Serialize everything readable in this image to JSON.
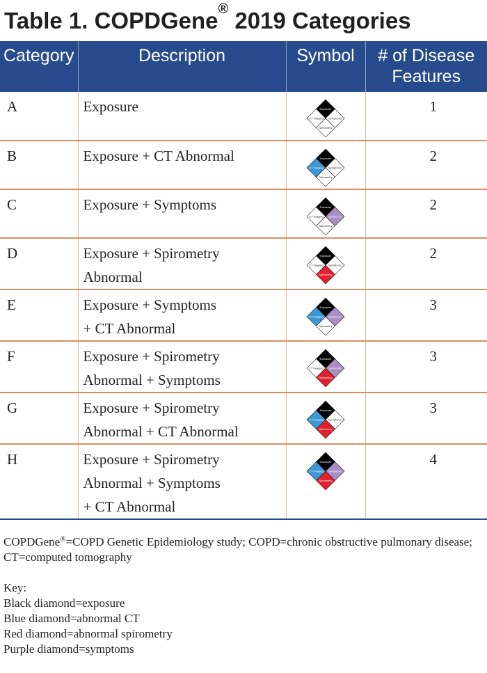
{
  "title": {
    "prefix": "Table 1. COPDGene",
    "reg": "®",
    "suffix": " 2019 Categories"
  },
  "headers": {
    "category": "Category",
    "description": "Description",
    "symbol": "Symbol",
    "features_line1": "# of Disease",
    "features_line2": "Features"
  },
  "diamond_labels": {
    "top": "Exposure",
    "left": "CT Imaging",
    "right": "Symptoms",
    "bottom": "Spirometry"
  },
  "colors": {
    "header_bg": "#274b8d",
    "row_divider": "#e38b5c",
    "exposure": "#000000",
    "ct": "#3d97d3",
    "symptoms": "#a98fc6",
    "spirometry": "#e4202e",
    "empty": "#ffffff"
  },
  "rows": [
    {
      "category": "A",
      "description_lines": [
        "Exposure"
      ],
      "features": "1",
      "ct": false,
      "symptoms": false,
      "spirometry": false
    },
    {
      "category": "B",
      "description_lines": [
        "Exposure + CT Abnormal"
      ],
      "features": "2",
      "ct": true,
      "symptoms": false,
      "spirometry": false
    },
    {
      "category": "C",
      "description_lines": [
        "Exposure + Symptoms"
      ],
      "features": "2",
      "ct": false,
      "symptoms": true,
      "spirometry": false
    },
    {
      "category": "D",
      "description_lines": [
        "Exposure + Spirometry",
        "Abnormal"
      ],
      "features": "2",
      "ct": false,
      "symptoms": false,
      "spirometry": true
    },
    {
      "category": "E",
      "description_lines": [
        "Exposure + Symptoms",
        "+ CT Abnormal"
      ],
      "features": "3",
      "ct": true,
      "symptoms": true,
      "spirometry": false
    },
    {
      "category": "F",
      "description_lines": [
        "Exposure + Spirometry",
        "Abnormal + Symptoms"
      ],
      "features": "3",
      "ct": false,
      "symptoms": true,
      "spirometry": true
    },
    {
      "category": "G",
      "description_lines": [
        "Exposure + Spirometry",
        "Abnormal + CT Abnormal"
      ],
      "features": "3",
      "ct": true,
      "symptoms": false,
      "spirometry": true
    },
    {
      "category": "H",
      "description_lines": [
        "Exposure + Spirometry",
        "Abnormal + Symptoms",
        "+ CT Abnormal"
      ],
      "features": "4",
      "ct": true,
      "symptoms": true,
      "spirometry": true
    }
  ],
  "footer": {
    "note_prefix": "COPDGene",
    "note_reg": "®",
    "note_text": "=COPD Genetic Epidemiology study; COPD=chronic obstructive pulmonary disease; CT=computed tomography",
    "key_title": "Key:",
    "key_items": [
      "Black diamond=exposure",
      "Blue diamond=abnormal CT",
      "Red diamond=abnormal spirometry",
      "Purple diamond=symptoms"
    ]
  }
}
